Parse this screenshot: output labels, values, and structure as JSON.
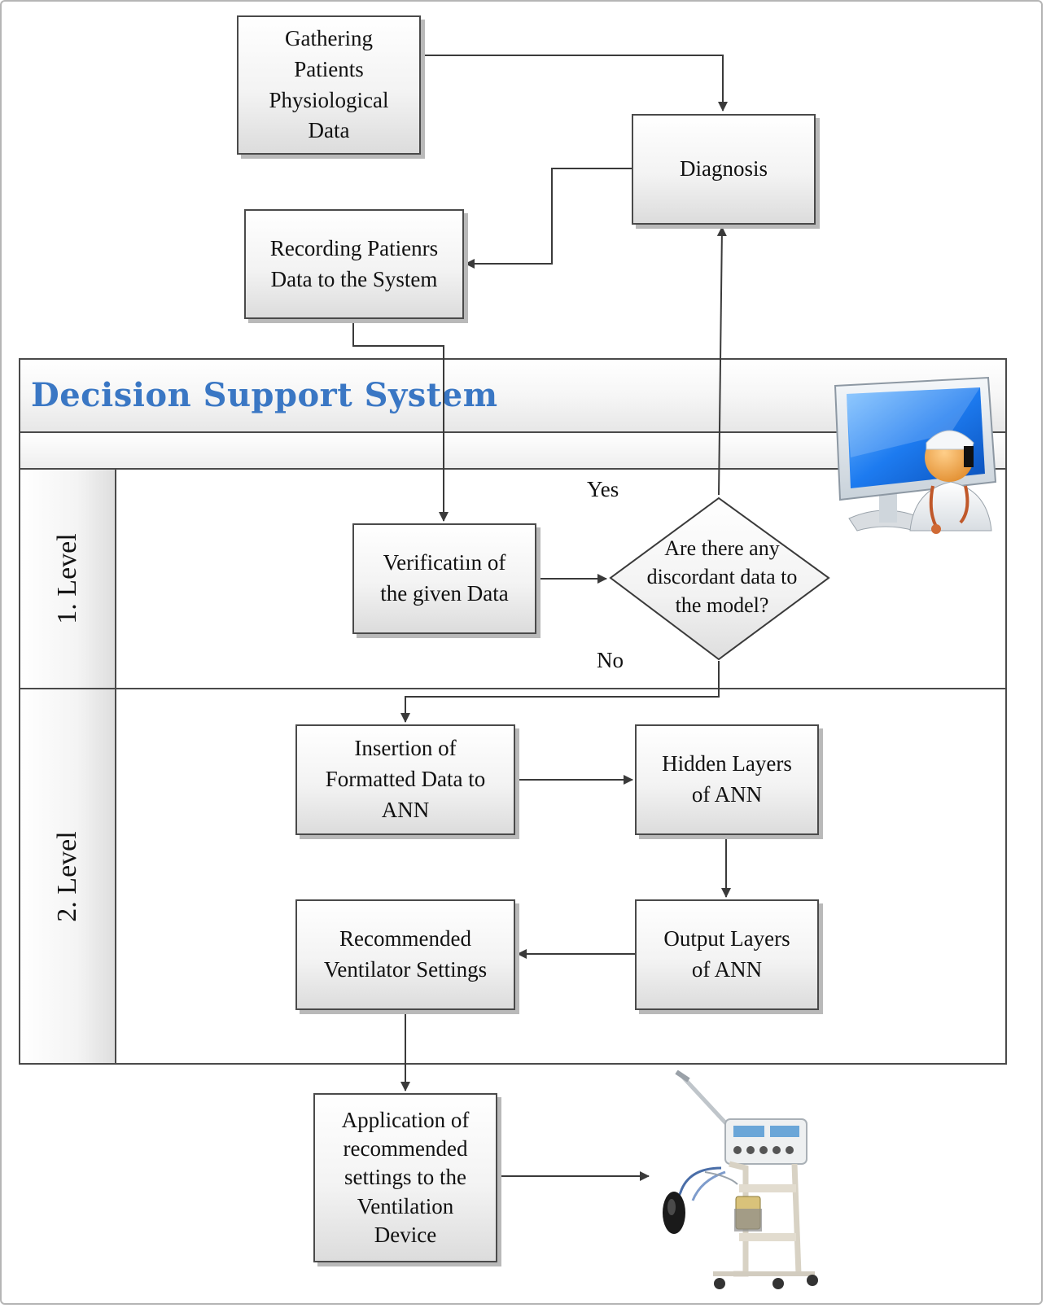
{
  "diagram": {
    "system_title": "Decision Support System",
    "lanes": [
      {
        "label": "1. Level"
      },
      {
        "label": "2. Level"
      }
    ],
    "nodes": {
      "gathering": "Gathering\nPatients\nPhysiological\nData",
      "diagnosis": "Diagnosis",
      "recording": "Recording Patienrs\nData to the System",
      "verification": "Verificatiın of\nthe given Data",
      "decision": "Are there any\ndiscordant data to\nthe model?",
      "insertion": "Insertion of\nFormatted Data to\nANN",
      "hidden_layers": "Hidden Layers\nof ANN",
      "output_layers": "Output Layers\nof ANN",
      "recommended": "Recommended\nVentilator Settings",
      "application": "Application of\nrecommended\nsettings to the\nVentilation\nDevice"
    },
    "edge_labels": {
      "yes": "Yes",
      "no": "No"
    },
    "illustrations": {
      "doctor_monitor": "doctor-computer-icon",
      "ventilator": "ventilator-device-icon"
    },
    "colors": {
      "title": "#3a77c4",
      "border": "#4a4a4a"
    }
  }
}
